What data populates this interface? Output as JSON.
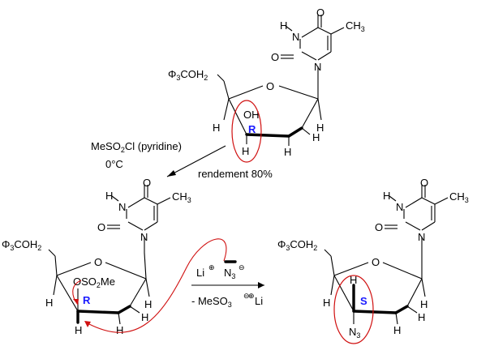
{
  "colors": {
    "highlight_circle": "#d01010",
    "stereo_label": "#1a1aff",
    "text": "#000000",
    "background": "#ffffff"
  },
  "atoms": {
    "O": "O",
    "N": "N",
    "H": "H",
    "CH": "CH",
    "three": "3",
    "two": "2"
  },
  "groups": {
    "trityl_prefix": "Φ",
    "trityl_mid": "COH",
    "hydroxyl": "OH",
    "mesylate_prefix": "OSO",
    "mesylate_suffix": "Me",
    "azide": "N"
  },
  "stereo": {
    "R": "R",
    "S": "S"
  },
  "step1": {
    "reagent_prefix": "MeSO",
    "reagent_suffix": "Cl (pyridine)",
    "temperature": "0°C",
    "yield": "rendement 80%"
  },
  "step2": {
    "lithium": "Li",
    "byproduct_prefix": "- MeSO",
    "plus": "⊕",
    "minus": "⊖"
  }
}
